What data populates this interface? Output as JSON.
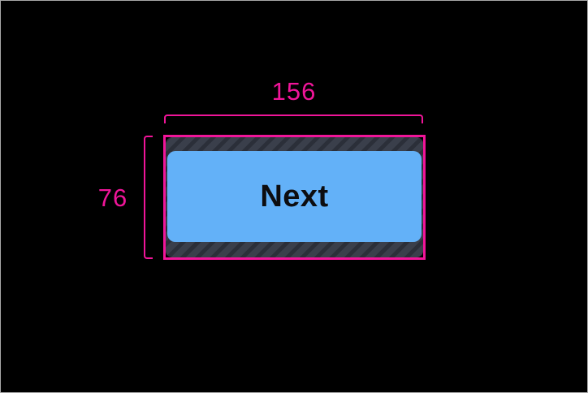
{
  "colors": {
    "background": "#000000",
    "frame_border": "#a9a9a9",
    "accent": "#f01599",
    "hatch_bg": "#3a3f4b",
    "hatch_stripe": "#2b2f39",
    "button_fill": "#63b1f8",
    "button_text": "#0d0d10"
  },
  "measurements": {
    "width_label": "156",
    "height_label": "76"
  },
  "button": {
    "label": "Next"
  }
}
